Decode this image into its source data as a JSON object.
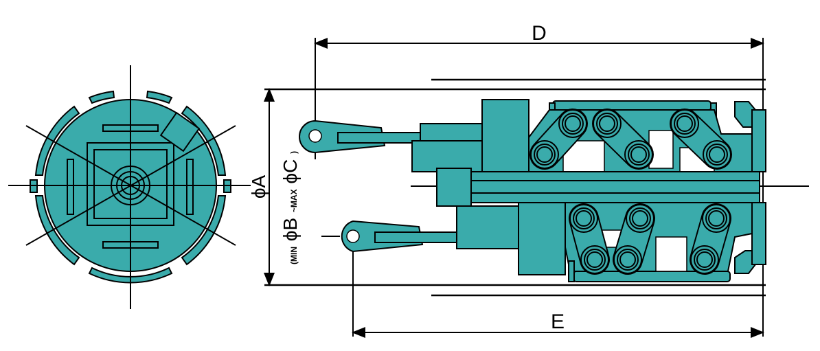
{
  "labels": {
    "d": "D",
    "e": "E",
    "phi_a": "ϕA",
    "range_open": "(MIN",
    "phi_b": "ϕB",
    "range_sep": "~MAX",
    "phi_c": "ϕC",
    "range_close": ")"
  },
  "colors": {
    "body": "#3aabab",
    "outline": "#000000"
  }
}
